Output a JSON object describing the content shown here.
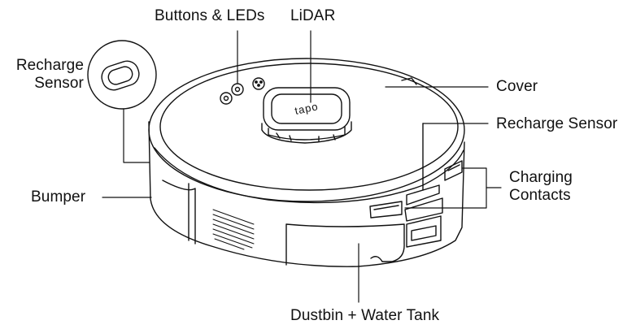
{
  "labels": {
    "buttons_leds": "Buttons & LEDs",
    "lidar": "LiDAR",
    "recharge_sensor_inset_line1": "Recharge",
    "recharge_sensor_inset_line2": "Sensor",
    "cover": "Cover",
    "recharge_sensor": "Recharge Sensor",
    "charging_contacts_line1": "Charging",
    "charging_contacts_line2": "Contacts",
    "bumper": "Bumper",
    "dustbin_water_tank": "Dustbin + Water Tank"
  },
  "lidar_brand_text": "tapo",
  "colors": {
    "line": "#111111",
    "text": "#111111",
    "background": "#ffffff"
  }
}
